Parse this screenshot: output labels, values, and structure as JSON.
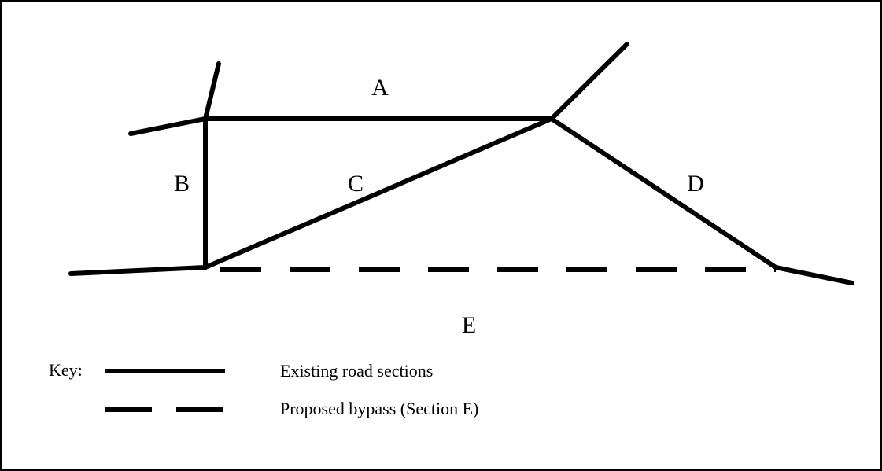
{
  "labels": {
    "A": "A",
    "B": "B",
    "C": "C",
    "D": "D",
    "E": "E"
  },
  "key": {
    "title": "Key:",
    "existing": "Existing road sections",
    "proposed": "Proposed bypass (Section E)"
  },
  "colors": {
    "line": "#000000",
    "background": "#ffffff",
    "frame": "#000000"
  }
}
